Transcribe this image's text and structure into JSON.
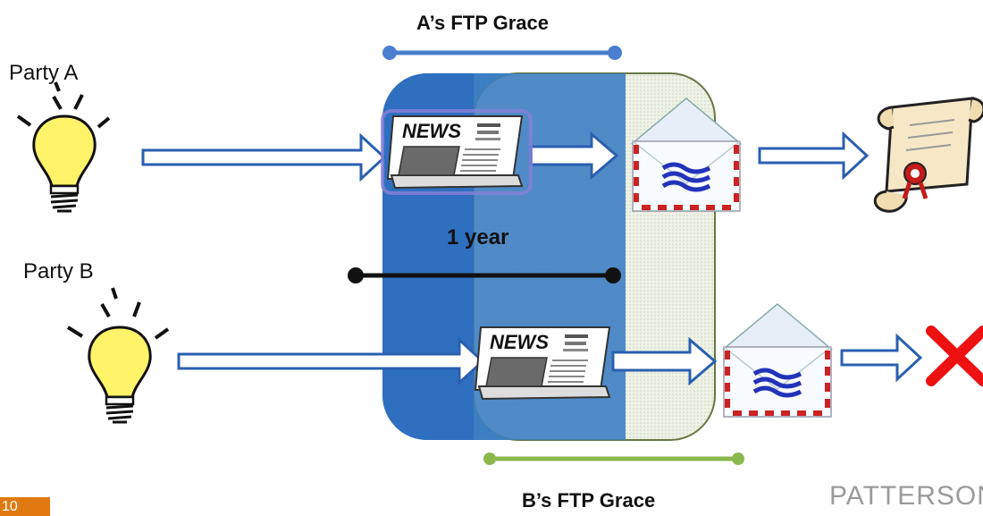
{
  "labels": {
    "a_grace": "A’s FTP Grace",
    "b_grace": "B’s FTP Grace",
    "one_year": "1 year",
    "party_a": "Party A",
    "party_b": "Party B"
  },
  "icons": {
    "news_text": "NEWS"
  },
  "footer": {
    "slide_number": "10",
    "logo_text": "PATTERSON"
  },
  "colors": {
    "a_window": "#2f6fc0",
    "b_window": "#eef2e4",
    "a_grace_bar": "#4a7fd0",
    "b_grace_bar": "#8ab84c",
    "arrow_outline": "#2a5fb0",
    "reject_x": "#ee1111",
    "slide_badge": "#e07a10"
  }
}
